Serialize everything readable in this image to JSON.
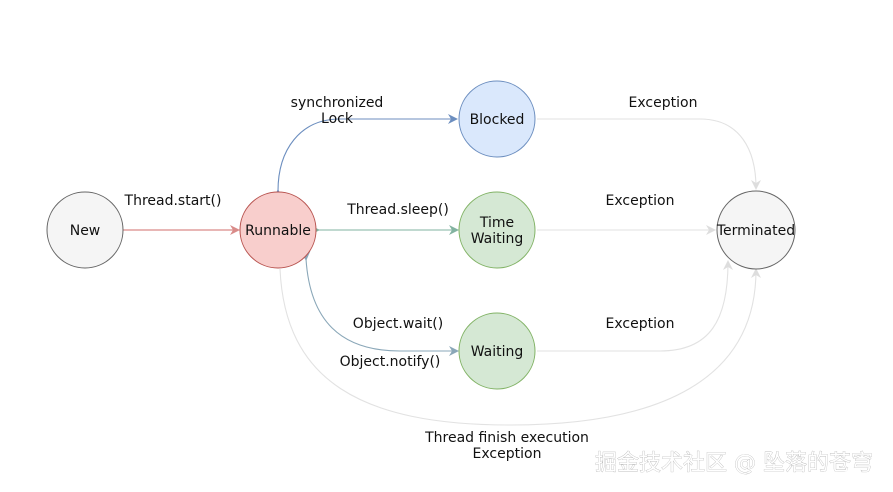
{
  "nodes": {
    "new": {
      "label": "New",
      "fill": "#f5f5f5",
      "stroke": "#666666"
    },
    "runnable": {
      "label": "Runnable",
      "fill": "#f8cecc",
      "stroke": "#b85450"
    },
    "blocked": {
      "label": "Blocked",
      "fill": "#dae8fc",
      "stroke": "#6c8ebf"
    },
    "time_waiting": {
      "label_line1": "Time",
      "label_line2": "Waiting",
      "fill": "#d5e8d4",
      "stroke": "#82b366"
    },
    "waiting": {
      "label": "Waiting",
      "fill": "#d5e8d4",
      "stroke": "#82b366"
    },
    "terminated": {
      "label": "Terminated",
      "fill": "#f5f5f5",
      "stroke": "#666666"
    }
  },
  "edges": {
    "new_runnable": {
      "label": "Thread.start()",
      "color": "#d98b89"
    },
    "runnable_blocked": {
      "label_line1": "synchronized",
      "label_line2": "Lock",
      "color": "#6c8ebf"
    },
    "runnable_time_waiting": {
      "label": "Thread.sleep()",
      "color": "#82b3a0"
    },
    "runnable_waiting": {
      "label_line1": "Object.wait()",
      "label_line2": "Object.notify()",
      "color": "#8aa7b8"
    },
    "blocked_terminated": {
      "label": "Exception",
      "color": "#e2e2e2"
    },
    "time_waiting_terminated": {
      "label": "Exception",
      "color": "#e2e2e2"
    },
    "waiting_terminated": {
      "label": "Exception",
      "color": "#e2e2e2"
    },
    "runnable_terminated": {
      "label_line1": "Thread finish execution",
      "label_line2": "Exception",
      "color": "#e2e2e2"
    }
  },
  "watermark": "掘金技术社区 @ 坠落的苍穹"
}
